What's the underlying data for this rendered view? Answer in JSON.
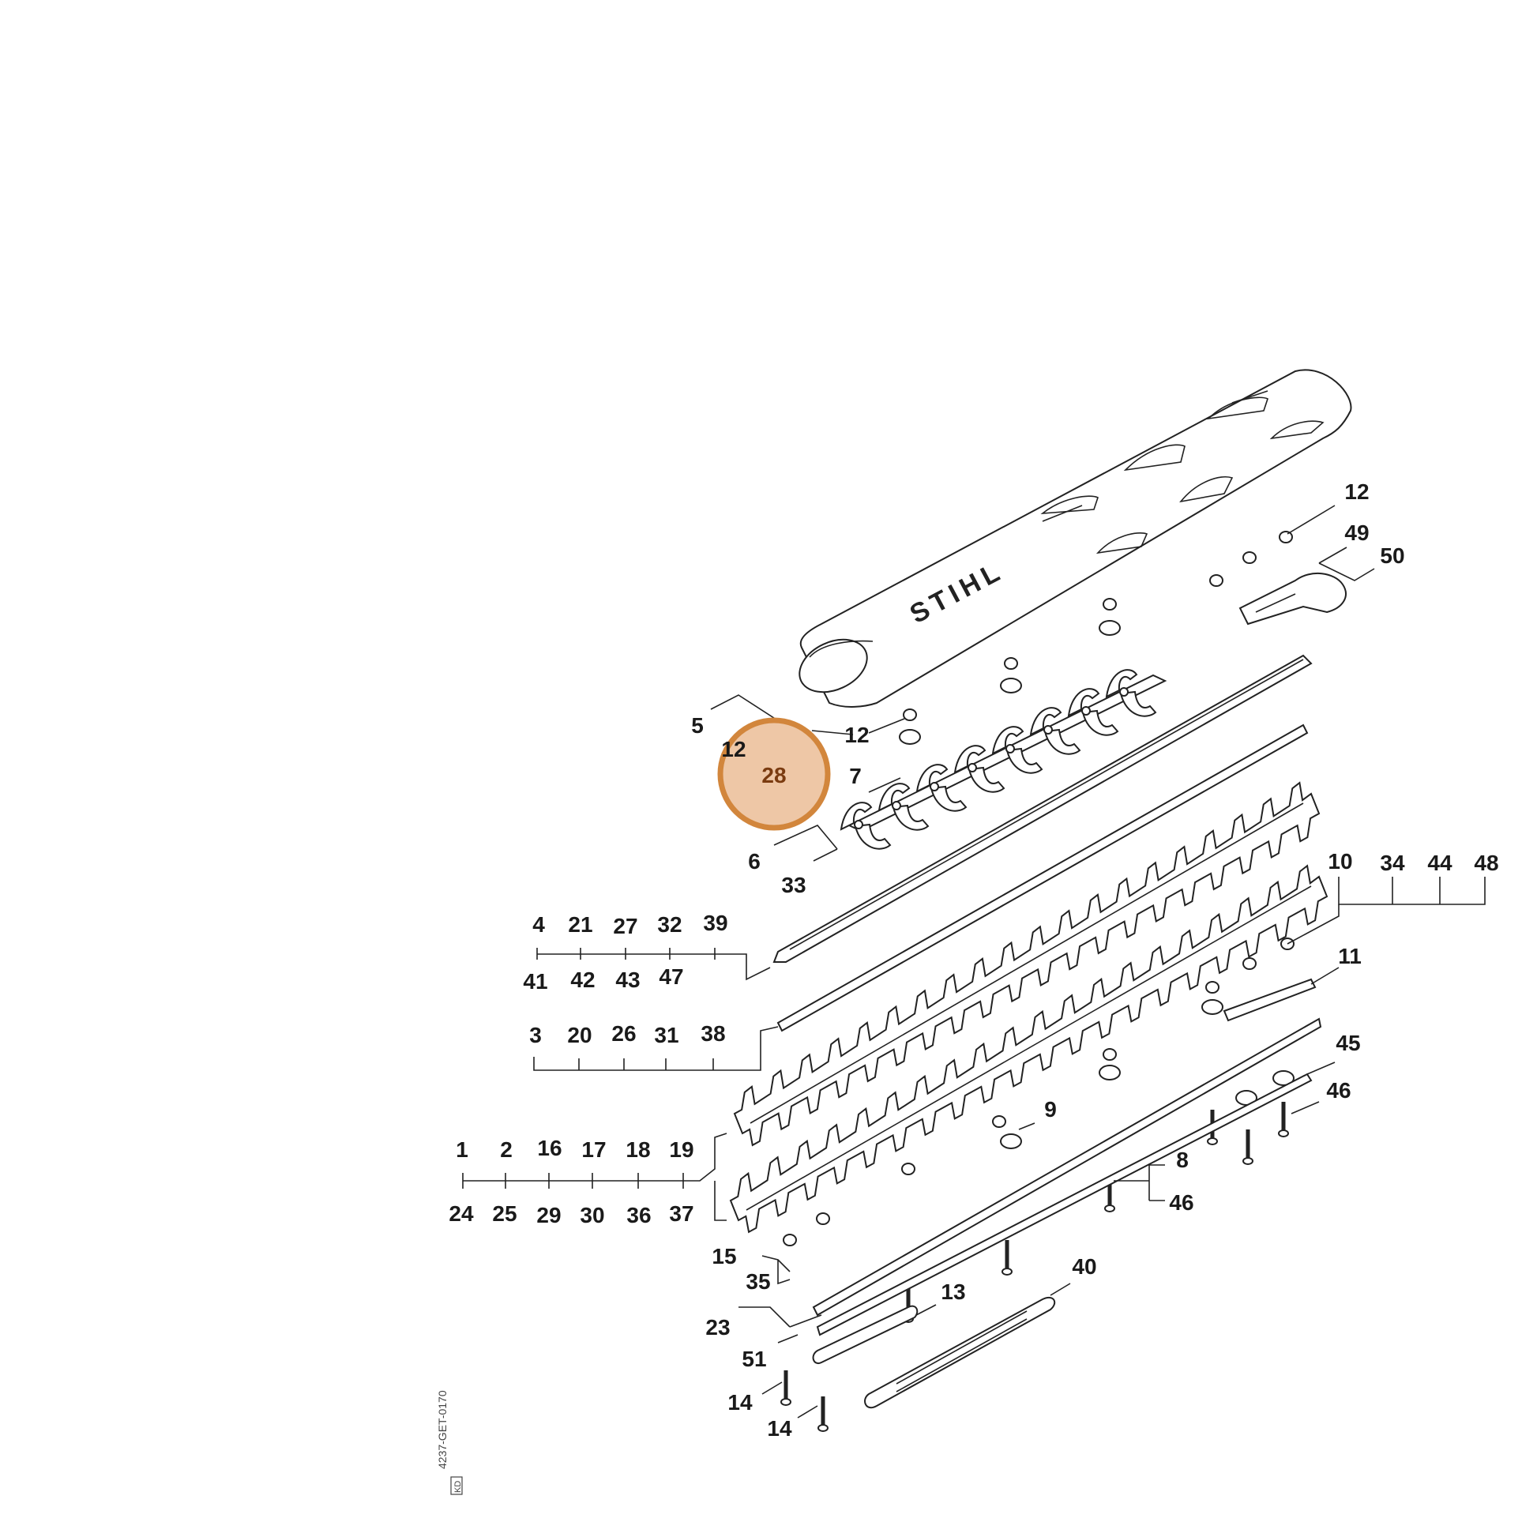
{
  "brand_logo": "STIHL",
  "highlight": {
    "label": "28",
    "color_fill": "#eec7a6",
    "color_stroke": "#d2863c",
    "text_color": "#7a3b10"
  },
  "labels": {
    "p1": "1",
    "p2": "2",
    "p3": "3",
    "p4": "4",
    "p5": "5",
    "p6": "6",
    "p7": "7",
    "p8": "8",
    "p9": "9",
    "p10": "10",
    "p11": "11",
    "p12a": "12",
    "p12b": "12",
    "p12c": "12",
    "p13": "13",
    "p14a": "14",
    "p14b": "14",
    "p15": "15",
    "p16": "16",
    "p17": "17",
    "p18": "18",
    "p19": "19",
    "p20": "20",
    "p21": "21",
    "p23": "23",
    "p24": "24",
    "p25": "25",
    "p26": "26",
    "p27": "27",
    "p29": "29",
    "p30": "30",
    "p31": "31",
    "p32": "32",
    "p33": "33",
    "p34": "34",
    "p35": "35",
    "p36": "36",
    "p37": "37",
    "p38": "38",
    "p39": "39",
    "p40": "40",
    "p41": "41",
    "p42": "42",
    "p43": "43",
    "p44": "44",
    "p45": "45",
    "p46a": "46",
    "p46b": "46",
    "p47": "47",
    "p48": "48",
    "p49": "49",
    "p50": "50",
    "p51": "51"
  },
  "doc_id": "4237-GET-0170",
  "doc_tag": "KD"
}
